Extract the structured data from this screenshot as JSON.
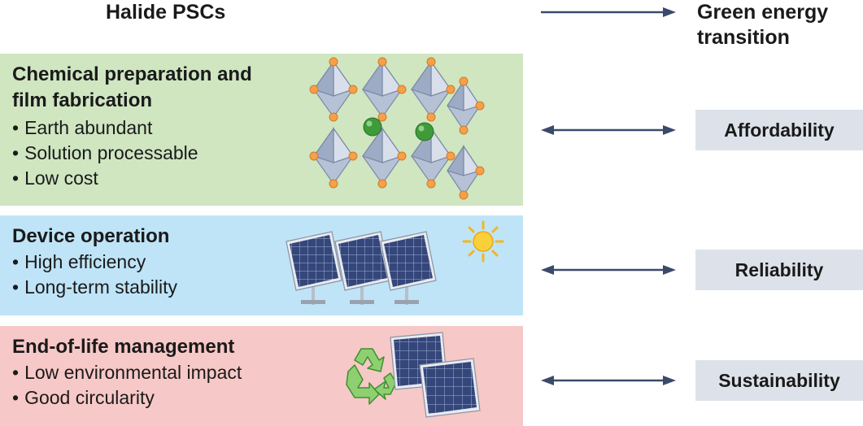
{
  "header": {
    "left": "Halide PSCs",
    "right": "Green energy transition"
  },
  "sections": [
    {
      "title": "Chemical preparation and film fabrication",
      "bullets": [
        "Earth abundant",
        "Solution processable",
        "Low cost"
      ],
      "outcome": "Affordability",
      "color": "#cfe6c1",
      "icon": "perovskite-crystal-icon"
    },
    {
      "title": "Device operation",
      "bullets": [
        "High efficiency",
        "Long-term stability"
      ],
      "outcome": "Reliability",
      "color": "#bfe4f7",
      "icon": "solar-panels-sun-icon"
    },
    {
      "title": "End-of-life management",
      "bullets": [
        "Low environmental impact",
        "Good circularity"
      ],
      "outcome": "Sustainability",
      "color": "#f6c8c7",
      "icon": "recycle-solar-panels-icon"
    }
  ],
  "colors": {
    "arrow": "#3b4a6b",
    "outcome_box": "#dde2ea"
  }
}
